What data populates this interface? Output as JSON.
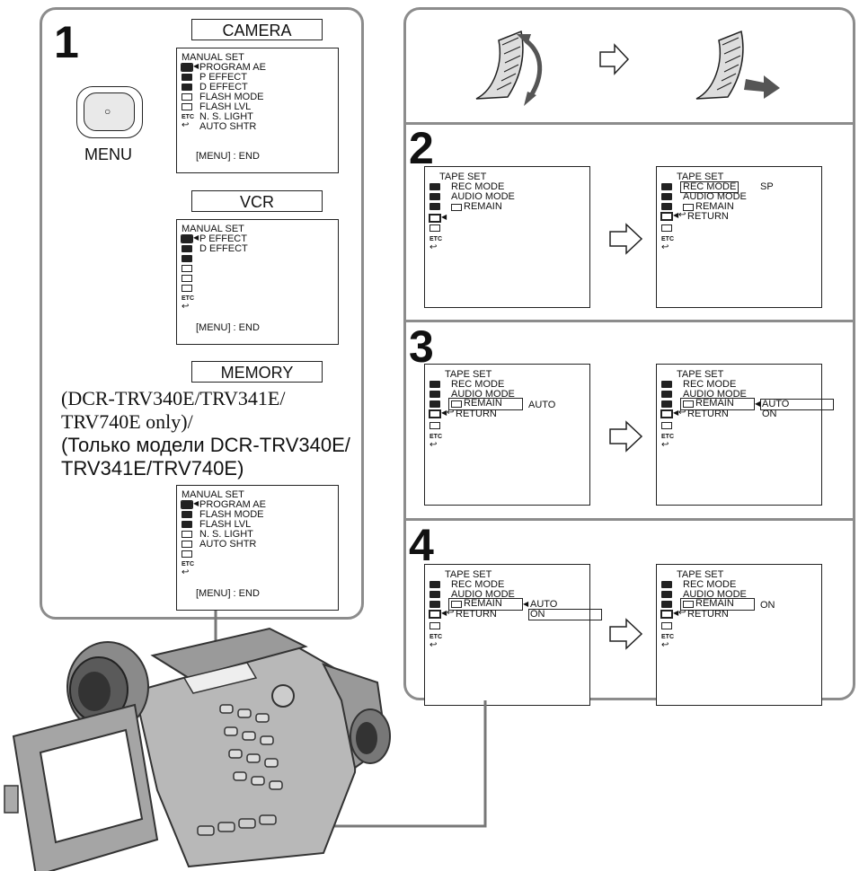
{
  "step1": {
    "number": "1",
    "menu_button_label": "MENU",
    "menu_button_symbol": "○",
    "camera": {
      "label": "CAMERA",
      "title": "MANUAL SET",
      "items": [
        "PROGRAM AE",
        "P EFFECT",
        "D EFFECT",
        "FLASH MODE",
        "FLASH LVL",
        "N. S. LIGHT",
        "AUTO SHTR"
      ],
      "footer": "[MENU] : END"
    },
    "vcr": {
      "label": "VCR",
      "title": "MANUAL SET",
      "items": [
        "P EFFECT",
        "D EFFECT"
      ],
      "footer": "[MENU] : END"
    },
    "memory": {
      "label": "MEMORY",
      "note_en_1": "(DCR-TRV340E/TRV341E/",
      "note_en_2": "TRV740E only)/",
      "note_ru_1": "(Только модели DCR-TRV340E/",
      "note_ru_2": "TRV341E/TRV740E)",
      "title": "MANUAL SET",
      "items": [
        "PROGRAM AE",
        "FLASH MODE",
        "FLASH LVL",
        "N. S. LIGHT",
        "AUTO SHTR"
      ],
      "footer": "[MENU] : END"
    }
  },
  "icons": {
    "manual": "M",
    "camera": "C",
    "lcd": "L",
    "etc": "ETC",
    "return": "↩"
  },
  "tape_set": {
    "title": "TAPE SET",
    "rec_mode": "REC MODE",
    "audio_mode": "AUDIO MODE",
    "remain": "REMAIN",
    "return": "RETURN",
    "sp": "SP",
    "auto": "AUTO",
    "on": "ON"
  },
  "steps": {
    "s2": "2",
    "s3": "3",
    "s4": "4"
  }
}
